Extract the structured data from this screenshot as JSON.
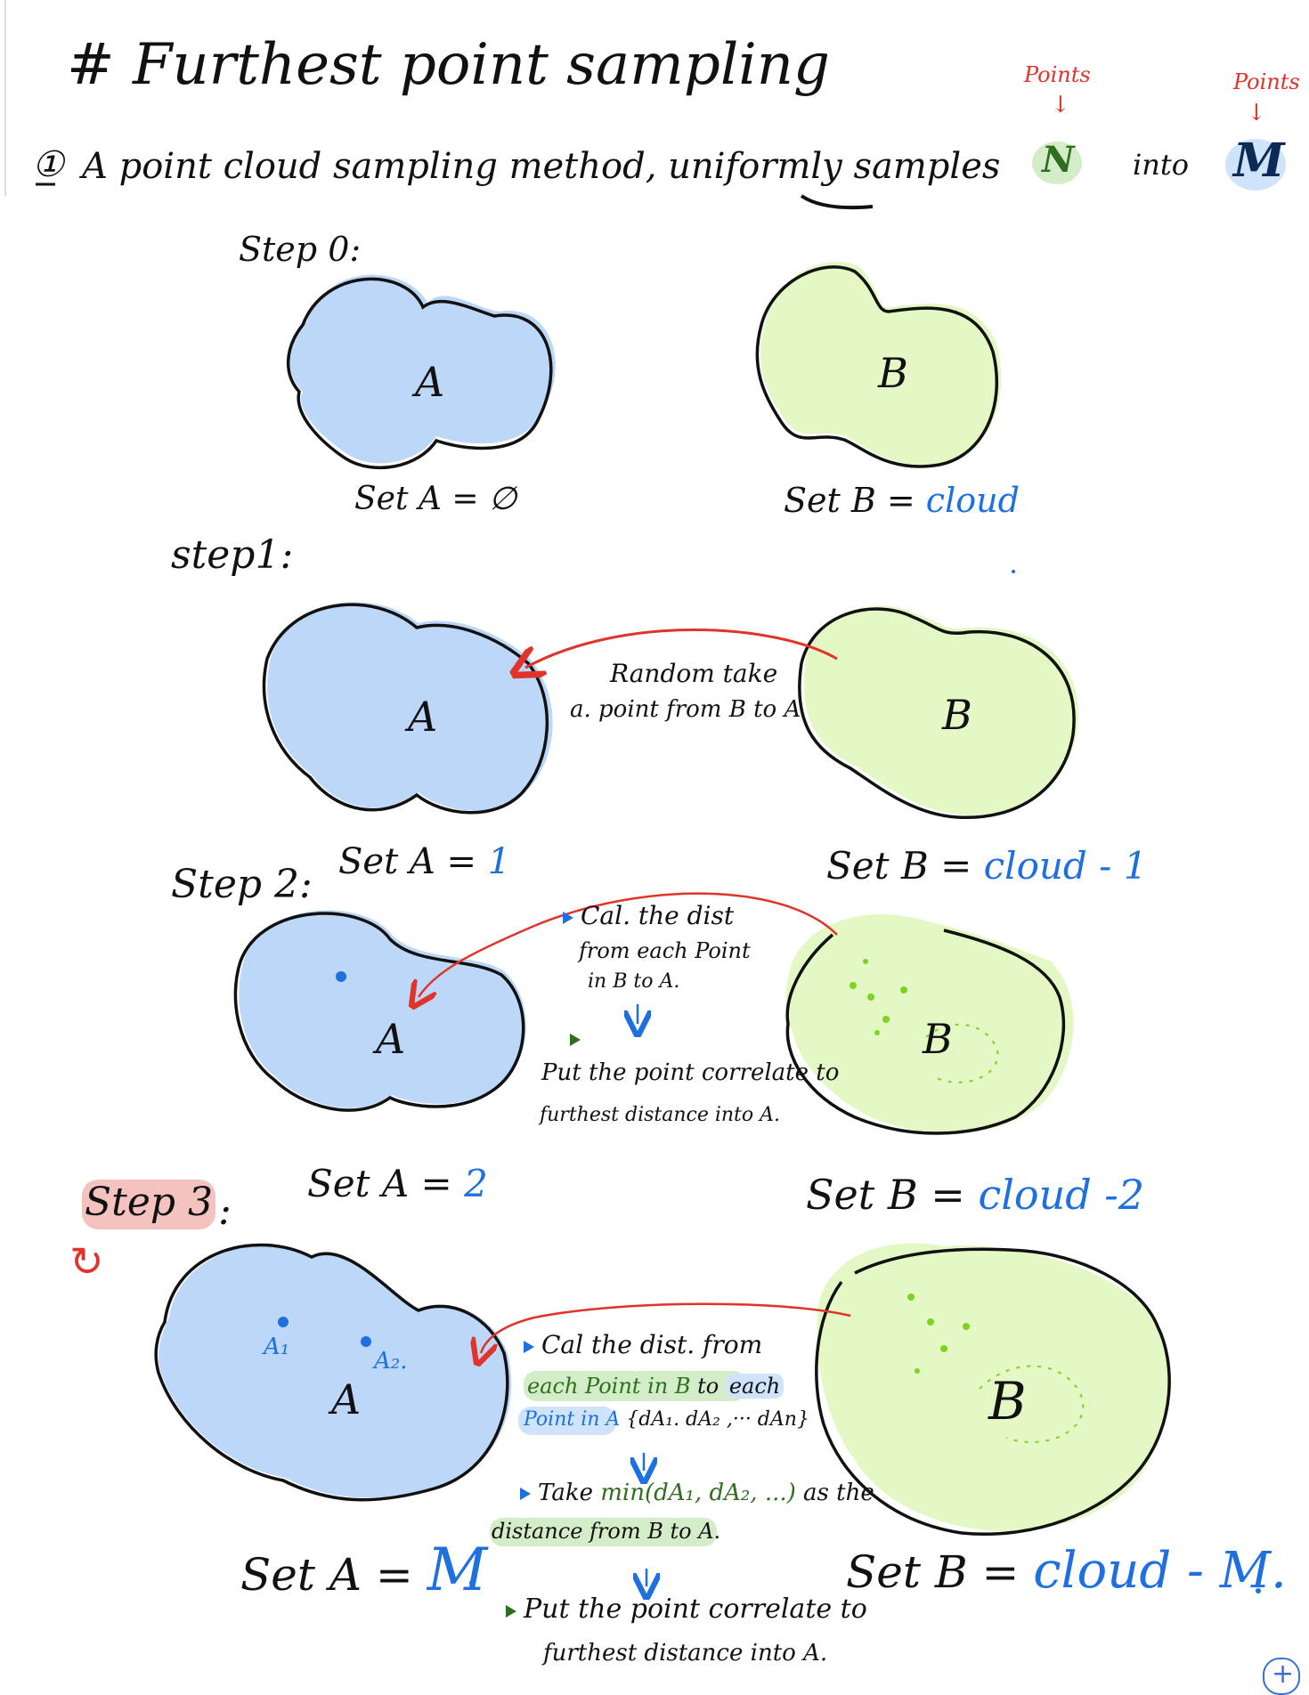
{
  "title": "# Furthest point sampling",
  "intro": {
    "marker": "①",
    "text": "A point cloud sampling method, uniformly samples",
    "n": "N",
    "into": "into",
    "m": "M",
    "n_note": "Points",
    "m_note": "Points"
  },
  "step0": {
    "label": "Step 0:",
    "blob_a": "A",
    "blob_b": "B",
    "set_a": "Set A = ∅",
    "set_b_prefix": "Set B = ",
    "set_b_value": "cloud"
  },
  "step1": {
    "label": "step1:",
    "blob_a": "A",
    "blob_b": "B",
    "note_line1": "Random take",
    "note_line2": "a. point from B to A",
    "set_a_prefix": "Set A = ",
    "set_a_value": "1",
    "set_b_prefix": "Set B = ",
    "set_b_value": "cloud - 1"
  },
  "step2": {
    "label": "Step 2:",
    "blob_a": "A",
    "blob_b": "B",
    "note_line1": "Cal. the dist",
    "note_line2": "from each Point",
    "note_line3": "in B to A.",
    "note_line4": "Put the point correlate to",
    "note_line5": "furthest distance into A.",
    "set_a_prefix": "Set A = ",
    "set_a_value": "2",
    "set_b_prefix": "Set B = ",
    "set_b_value": "cloud -2"
  },
  "step3": {
    "label": "Step 3",
    "colon": ":",
    "loop_icon": "↻",
    "blob_a": "A",
    "a1": "A₁",
    "a2": "A₂.",
    "blob_b": "B",
    "note_line1": "Cal the dist. from",
    "note_line2a": "each Point in B",
    "note_line2b": "to",
    "note_line2c": "each",
    "note_line3a": "Point in A",
    "note_line3b": "{dA₁. dA₂ ,··· dAn}",
    "note_line4a": "Take",
    "note_line4b": "min(dA₁, dA₂, ...)",
    "note_line4c": "as the",
    "note_line5": "distance from B to A.",
    "note_line6": "Put the point correlate to",
    "note_line7": "furthest distance into A.",
    "set_a_prefix": "Set A = ",
    "set_a_value": "M",
    "set_b_prefix": "Set B = ",
    "set_b_value": "cloud - M."
  },
  "colors": {
    "blue_fill": "#bcd7f8",
    "green_fill": "#e3f8c4",
    "red": "#e0342a",
    "blue_text": "#1e6fe0",
    "dark_green": "#2f6e1f"
  }
}
